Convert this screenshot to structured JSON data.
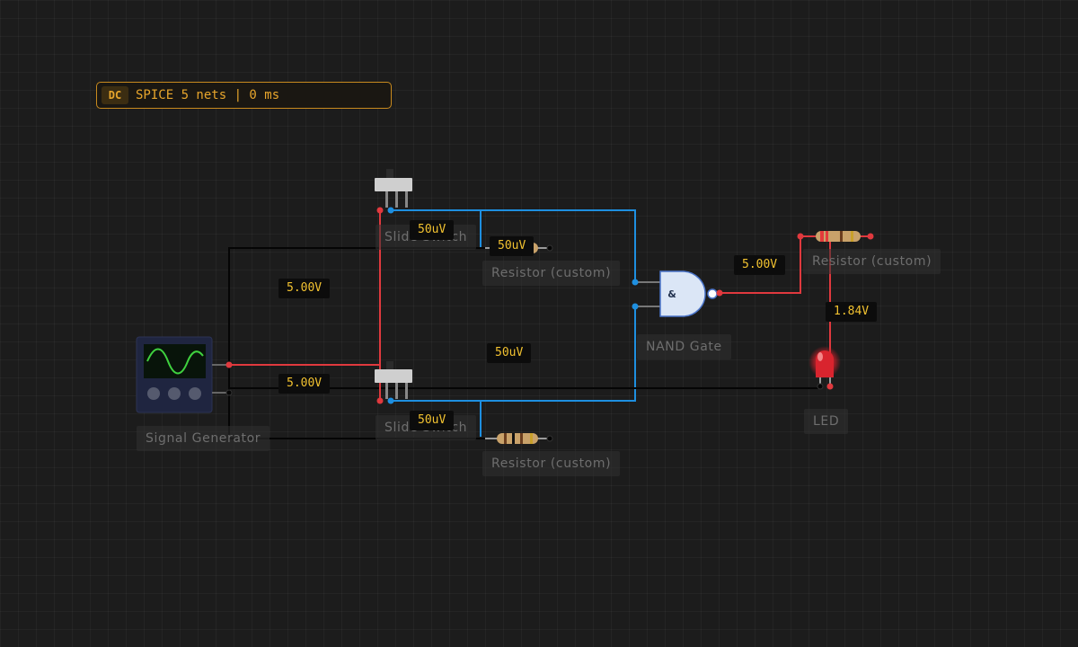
{
  "status_bar": {
    "mode": "DC",
    "text": "SPICE 5 nets | 0 ms"
  },
  "components": {
    "slide_switch_1": "Slide Switch",
    "slide_switch_2": "Slide Switch",
    "resistor_1": "Resistor (custom)",
    "resistor_2": "Resistor (custom)",
    "resistor_3": "Resistor (custom)",
    "nand_gate": "NAND Gate",
    "nand_symbol": "&",
    "led": "LED",
    "signal_generator": "Signal Generator"
  },
  "voltages": {
    "sw1_out": "50uV",
    "res1_top": "50uV",
    "gen_top": "5.00V",
    "center": "50uV",
    "gen_mid": "5.00V",
    "sw2_out": "50uV",
    "nand_out": "5.00V",
    "led_in": "1.84V"
  },
  "colors": {
    "wire_red": "#e0393e",
    "wire_blue": "#1e8fe0",
    "wire_black": "#050505",
    "voltage_text": "#f2c230",
    "status_accent": "#e8a62c"
  }
}
